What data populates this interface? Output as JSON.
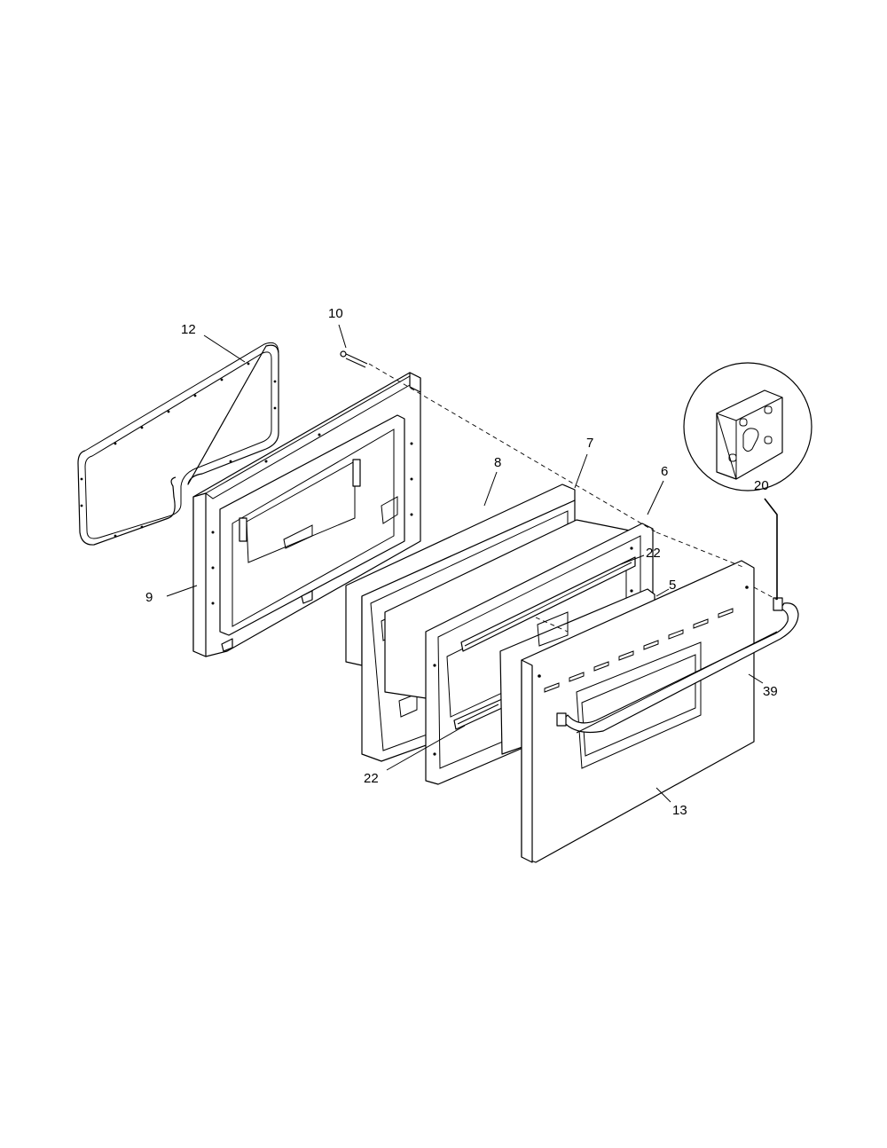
{
  "callouts": {
    "c5": "5",
    "c6": "6",
    "c7": "7",
    "c8": "8",
    "c9": "9",
    "c10": "10",
    "c12": "12",
    "c13": "13",
    "c20": "20",
    "c22a": "22",
    "c22b": "22",
    "c39": "39"
  }
}
